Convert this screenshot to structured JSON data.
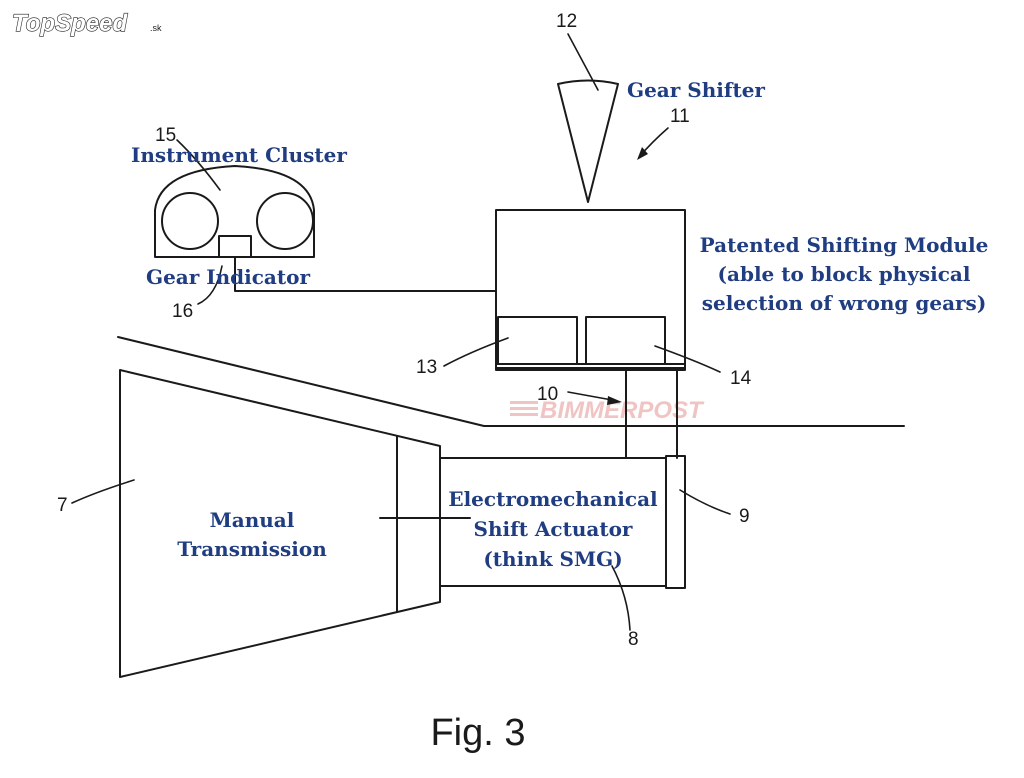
{
  "logo": {
    "text": "TopSpeed",
    "suffix": ".sk"
  },
  "watermark": {
    "text": "BIMMERPOST"
  },
  "figure_caption": "Fig. 3",
  "reference_numerals": {
    "n7": "7",
    "n8": "8",
    "n9": "9",
    "n10": "10",
    "n11": "11",
    "n12": "12",
    "n13": "13",
    "n14": "14",
    "n15": "15",
    "n16": "16"
  },
  "annotations": {
    "gear_shifter": "Gear Shifter",
    "instrument_cluster": "Instrument Cluster",
    "gear_indicator": "Gear Indicator",
    "shifting_module_line1": "Patented Shifting Module",
    "shifting_module_line2": "(able to block physical",
    "shifting_module_line3": "selection of wrong gears)",
    "manual_transmission_line1": "Manual",
    "manual_transmission_line2": "Transmission",
    "actuator_line1": "Electromechanical",
    "actuator_line2": "Shift Actuator",
    "actuator_line3": "(think SMG)"
  },
  "colors": {
    "annotation_text": "#1f3d80",
    "line_art": "#1a1a1a",
    "watermark": "#f1c4c4",
    "background": "#ffffff"
  }
}
